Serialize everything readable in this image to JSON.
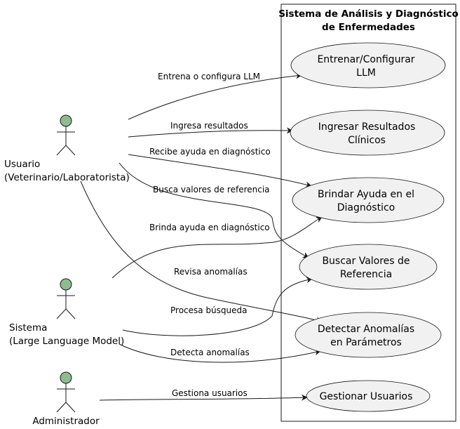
{
  "system_boundary": {
    "title_line1": "Sistema de Análisis y Diagnóstico",
    "title_line2": "de Enfermedades"
  },
  "actors": {
    "usuario": {
      "line1": "Usuario",
      "line2": "(Veterinario/Laboratorista)"
    },
    "sistema": {
      "line1": "Sistema",
      "line2": "(Large Language Model)"
    },
    "administrador": {
      "line1": "Administrador"
    }
  },
  "use_cases": {
    "entrenar": {
      "line1": "Entrenar/Configurar",
      "line2": "LLM"
    },
    "ingresar": {
      "line1": "Ingresar Resultados",
      "line2": "Clínicos"
    },
    "brindar": {
      "line1": "Brindar Ayuda en el",
      "line2": "Diagnóstico"
    },
    "buscar": {
      "line1": "Buscar Valores de",
      "line2": "Referencia"
    },
    "detectar": {
      "line1": "Detectar Anomalías",
      "line2": "en Parámetros"
    },
    "gestionar": {
      "line1": "Gestionar Usuarios"
    }
  },
  "edges": {
    "entrena": "Entrena o configura LLM",
    "ingresa": "Ingresa resultados",
    "recibe": "Recibe ayuda en diagnóstico",
    "busca": "Busca valores de referencia",
    "brinda": "Brinda ayuda en diagnóstico",
    "revisa": "Revisa anomalías",
    "procesa": "Procesa búsqueda",
    "detecta": "Detecta anomalías",
    "gestiona": "Gestiona usuarios"
  },
  "colors": {
    "actor_head_fill": "#8fbc8f",
    "use_case_fill": "#f1f1f1",
    "line": "#181818",
    "boundary_fill": "#ffffff"
  }
}
